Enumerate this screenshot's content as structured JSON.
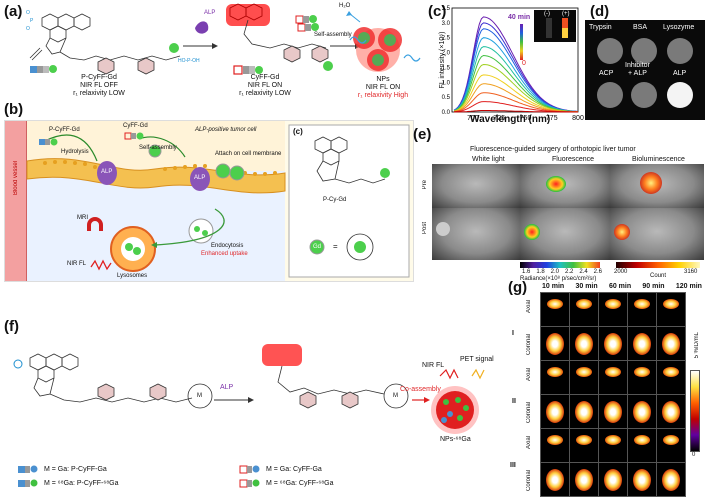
{
  "panels": {
    "a": "(a)",
    "b": "(b)",
    "c": "(c)",
    "d": "(d)",
    "e": "(e)",
    "f": "(f)",
    "g": "(g)",
    "cprime": "(c)"
  },
  "a": {
    "alp": "ALP",
    "selfassembly": "Self-assembly",
    "h2o": "H₂O",
    "mol1": {
      "name": "P-CyFF-Gd",
      "l1": "NIR FL OFF",
      "l2": "r₁ relaxivity LOW"
    },
    "mol2": {
      "name": "CyFF-Gd",
      "l1": "NIR FL ON",
      "l2": "r₁ relaxivity LOW"
    },
    "nps": {
      "name": "NPs",
      "l1": "NIR FL ON",
      "l2": "r₁ relaxivity High"
    }
  },
  "b": {
    "title": "ALP-positive tumor cell",
    "bloodvessel": "Blood vessel",
    "pcyffgd": "P-CyFF-Gd",
    "cyffgd": "CyFF-Gd",
    "hydrolysis": "Hydrolysis",
    "selfassembly": "Self-assembly",
    "attach": "Attach on cell membrane",
    "alp1": "ALP",
    "alp2": "ALP",
    "mri": "MRI",
    "nirfl": "NIR FL",
    "endocytosis": "Endocytosis",
    "enhanced": "Enhanced uptake",
    "lysosomes": "Lysosomes",
    "pcygd": "P-Cy-Gd",
    "gd": "Gd",
    "equals": "="
  },
  "c": {
    "ylabel": "FL intensity (×10⁶)",
    "xlabel": "Wavelength (nm)",
    "time_top": "40 min",
    "time_bottom": "0",
    "minus": "(-)",
    "plus": "(+)"
  },
  "chart_data": {
    "type": "line",
    "xlabel": "Wavelength (nm)",
    "ylabel": "FL intensity (×10⁶)",
    "xlim": [
      680,
      800
    ],
    "ylim": [
      0,
      3.5
    ],
    "x_ticks": [
      700,
      725,
      750,
      775,
      800
    ],
    "y_ticks": [
      0.0,
      0.5,
      1.0,
      1.5,
      2.0,
      2.5,
      3.0,
      3.5
    ],
    "peak_x": 710,
    "series": [
      {
        "peak": 3.2,
        "color": "#6a1fb0"
      },
      {
        "peak": 3.0,
        "color": "#3c2fd0"
      },
      {
        "peak": 2.8,
        "color": "#2060e0"
      },
      {
        "peak": 2.5,
        "color": "#20a0e0"
      },
      {
        "peak": 2.2,
        "color": "#20c0a0"
      },
      {
        "peak": 1.9,
        "color": "#40c040"
      },
      {
        "peak": 1.6,
        "color": "#a0d020"
      },
      {
        "peak": 1.25,
        "color": "#f0d020"
      },
      {
        "peak": 0.95,
        "color": "#f0a020"
      },
      {
        "peak": 0.65,
        "color": "#f06020"
      },
      {
        "peak": 0.35,
        "color": "#e02020"
      },
      {
        "peak": 0.05,
        "color": "#c00000"
      }
    ]
  },
  "d": {
    "wells": [
      "Trypsin",
      "BSA",
      "Lysozyme",
      "ACP",
      "Inhibitor\n+ ALP",
      "ALP"
    ]
  },
  "e": {
    "title": "Fluorescence-guided surgery of orthotopic liver tumor",
    "cols": [
      "White light",
      "Fluorescence",
      "Bioluminescence"
    ],
    "rows": [
      "Pre",
      "Post"
    ],
    "rad_label": "Radiance(×10⁸ p/sec/cm²/sr)",
    "rad_ticks": [
      "1.6",
      "1.8",
      "2.0",
      "2.2",
      "2.4",
      "2.6"
    ],
    "count_label": "Count",
    "count_min": "2000",
    "count_max": "3160"
  },
  "f": {
    "alp": "ALP",
    "coassembly": "Co-assembly",
    "nirfl": "NIR FL",
    "pet": "PET signal",
    "nps": "NPs-⁶⁸Ga",
    "leg1": [
      "M = Ga:",
      "P-CyFF-Ga"
    ],
    "leg2": [
      "M = ⁶⁸Ga:",
      "P-CyFF-⁶⁸Ga"
    ],
    "leg3": [
      "M = Ga:",
      "CyFF-Ga"
    ],
    "leg4": [
      "M = ⁶⁸Ga:",
      "CyFF-⁶⁸Ga"
    ],
    "m1": "M",
    "m2": "M"
  },
  "g": {
    "times": [
      "10 min",
      "30 min",
      "60 min",
      "90 min",
      "120 min"
    ],
    "groups": [
      "I",
      "II",
      "III"
    ],
    "orient": [
      "Axial",
      "Coronal"
    ],
    "scale_top": "5 %ID/mL",
    "scale_bottom": "0"
  }
}
